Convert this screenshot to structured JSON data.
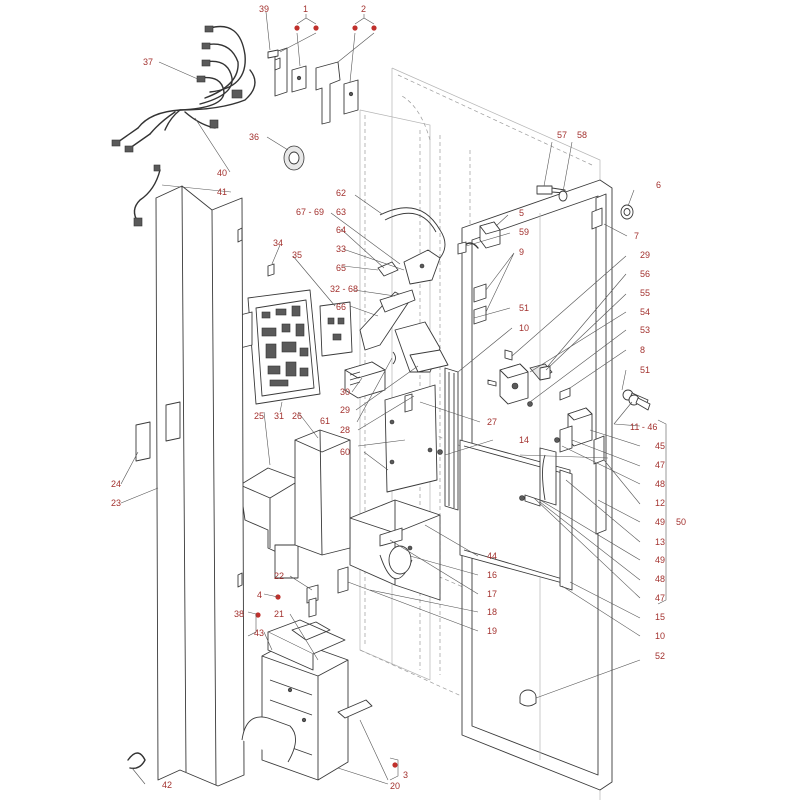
{
  "callouts": [
    {
      "id": "c1",
      "text": "1"
    },
    {
      "id": "c2",
      "text": "2"
    },
    {
      "id": "c3",
      "text": "3"
    },
    {
      "id": "c4",
      "text": "4"
    },
    {
      "id": "c5",
      "text": "5"
    },
    {
      "id": "c6",
      "text": "6"
    },
    {
      "id": "c7",
      "text": "7"
    },
    {
      "id": "c8",
      "text": "8"
    },
    {
      "id": "c9",
      "text": "9"
    },
    {
      "id": "c10a",
      "text": "10"
    },
    {
      "id": "c10b",
      "text": "10"
    },
    {
      "id": "c11",
      "text": "11 - 46"
    },
    {
      "id": "c12",
      "text": "12"
    },
    {
      "id": "c13",
      "text": "13"
    },
    {
      "id": "c14",
      "text": "14"
    },
    {
      "id": "c15",
      "text": "15"
    },
    {
      "id": "c16",
      "text": "16"
    },
    {
      "id": "c17",
      "text": "17"
    },
    {
      "id": "c18",
      "text": "18"
    },
    {
      "id": "c19",
      "text": "19"
    },
    {
      "id": "c20",
      "text": "20"
    },
    {
      "id": "c21",
      "text": "21"
    },
    {
      "id": "c22",
      "text": "22"
    },
    {
      "id": "c23",
      "text": "23"
    },
    {
      "id": "c24",
      "text": "24"
    },
    {
      "id": "c25",
      "text": "25"
    },
    {
      "id": "c26",
      "text": "26"
    },
    {
      "id": "c27",
      "text": "27"
    },
    {
      "id": "c28",
      "text": "28"
    },
    {
      "id": "c29a",
      "text": "29"
    },
    {
      "id": "c29b",
      "text": "29"
    },
    {
      "id": "c30",
      "text": "30"
    },
    {
      "id": "c31",
      "text": "31"
    },
    {
      "id": "c32",
      "text": "32 - 68"
    },
    {
      "id": "c33",
      "text": "33"
    },
    {
      "id": "c34",
      "text": "34"
    },
    {
      "id": "c35",
      "text": "35"
    },
    {
      "id": "c36",
      "text": "36"
    },
    {
      "id": "c37",
      "text": "37"
    },
    {
      "id": "c38",
      "text": "38"
    },
    {
      "id": "c39",
      "text": "39"
    },
    {
      "id": "c40",
      "text": "40"
    },
    {
      "id": "c41",
      "text": "41"
    },
    {
      "id": "c42",
      "text": "42"
    },
    {
      "id": "c43",
      "text": "43"
    },
    {
      "id": "c44",
      "text": "44"
    },
    {
      "id": "c45",
      "text": "45"
    },
    {
      "id": "c47a",
      "text": "47"
    },
    {
      "id": "c47b",
      "text": "47"
    },
    {
      "id": "c48a",
      "text": "48"
    },
    {
      "id": "c48b",
      "text": "48"
    },
    {
      "id": "c49a",
      "text": "49"
    },
    {
      "id": "c49b",
      "text": "49"
    },
    {
      "id": "c50",
      "text": "50"
    },
    {
      "id": "c51a",
      "text": "51"
    },
    {
      "id": "c51b",
      "text": "51"
    },
    {
      "id": "c52",
      "text": "52"
    },
    {
      "id": "c53",
      "text": "53"
    },
    {
      "id": "c54",
      "text": "54"
    },
    {
      "id": "c55",
      "text": "55"
    },
    {
      "id": "c56",
      "text": "56"
    },
    {
      "id": "c57",
      "text": "57"
    },
    {
      "id": "c58",
      "text": "58"
    },
    {
      "id": "c59",
      "text": "59"
    },
    {
      "id": "c60",
      "text": "60"
    },
    {
      "id": "c61",
      "text": "61"
    },
    {
      "id": "c62",
      "text": "62"
    },
    {
      "id": "c63",
      "text": "63"
    },
    {
      "id": "c64",
      "text": "64"
    },
    {
      "id": "c65",
      "text": "65"
    },
    {
      "id": "c66",
      "text": "66"
    },
    {
      "id": "c67",
      "text": "67 - 69"
    }
  ],
  "colors": {
    "callout_text": "#a3322f",
    "marker_dot": "#c0302c",
    "line": "#3a3a3a"
  }
}
